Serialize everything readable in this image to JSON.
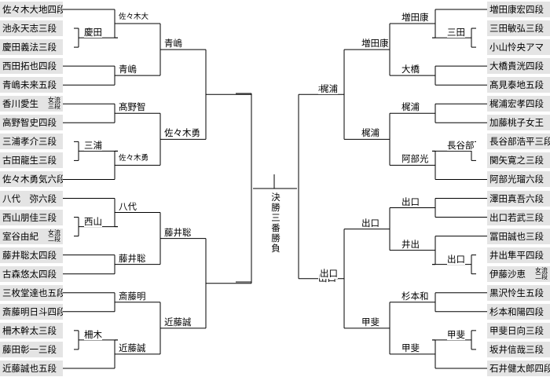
{
  "final_label": "決勝三番勝負",
  "left_players": [
    {
      "name": "佐々木大地四段"
    },
    {
      "name": "池永天志三段"
    },
    {
      "name": "慶田義法三段"
    },
    {
      "name": "西田拓也四段"
    },
    {
      "name": "青嶋未来五段"
    },
    {
      "name": "香川愛生",
      "sub": [
        "女流",
        "三段"
      ]
    },
    {
      "name": "高野智史四段"
    },
    {
      "name": "三浦孝介三段"
    },
    {
      "name": "古田龍生三段"
    },
    {
      "name": "佐々木勇気六段"
    },
    {
      "name": "八代　弥六段"
    },
    {
      "name": "西山朋佳三段"
    },
    {
      "name": "室谷由紀",
      "sub": [
        "女流",
        "二段"
      ]
    },
    {
      "name": "藤井聡太四段"
    },
    {
      "name": "古森悠太四段"
    },
    {
      "name": "三枚堂達也五段"
    },
    {
      "name": "斎藤明日斗四段"
    },
    {
      "name": "柵木幹太三段"
    },
    {
      "name": "藤田彰一三段"
    },
    {
      "name": "近藤誠也五段"
    }
  ],
  "right_players": [
    {
      "name": "増田康宏四段"
    },
    {
      "name": "三田敏弘三段"
    },
    {
      "name": "小山怜央アマ"
    },
    {
      "name": "大橋貴洸四段"
    },
    {
      "name": "髙見泰地五段"
    },
    {
      "name": "梶浦宏孝四段"
    },
    {
      "name": "加藤桃子女王"
    },
    {
      "name": "長谷部浩平三段"
    },
    {
      "name": "関矢寛之三段"
    },
    {
      "name": "阿部光瑠六段"
    },
    {
      "name": "澤田真吾六段"
    },
    {
      "name": "出口若武三段"
    },
    {
      "name": "冨田誠也三段"
    },
    {
      "name": "井出隼平四段"
    },
    {
      "name": "伊藤沙恵",
      "sub": [
        "女流",
        "二段"
      ]
    },
    {
      "name": "黒沢怜生五段"
    },
    {
      "name": "杉本和陽四段"
    },
    {
      "name": "甲斐日向三段"
    },
    {
      "name": "坂井信哉三段"
    },
    {
      "name": "石井健太郎四段"
    }
  ],
  "left_winners": {
    "r1": [
      "慶田",
      "三浦",
      "西山",
      "柵木"
    ],
    "r2": [
      "佐々木大",
      "青嶋",
      "髙野智",
      "佐々木勇",
      "八代",
      "藤井聡",
      "斎藤明",
      "近藤誠"
    ],
    "r3": [
      "青嶋",
      "佐々木勇",
      "藤井聡",
      "近藤誠"
    ],
    "r4": [
      "梶浦",
      "出口"
    ]
  },
  "right_winners": {
    "r1": [
      "三田",
      "長谷部",
      "出口",
      "甲斐"
    ],
    "r2": [
      "増田康",
      "大橋",
      "梶浦",
      "阿部光",
      "出口",
      "井出",
      "杉本和",
      "甲斐"
    ],
    "r3": [
      "増田康",
      "梶浦",
      "出口",
      "甲斐"
    ],
    "r4": [
      "梶浦",
      "出口"
    ]
  }
}
